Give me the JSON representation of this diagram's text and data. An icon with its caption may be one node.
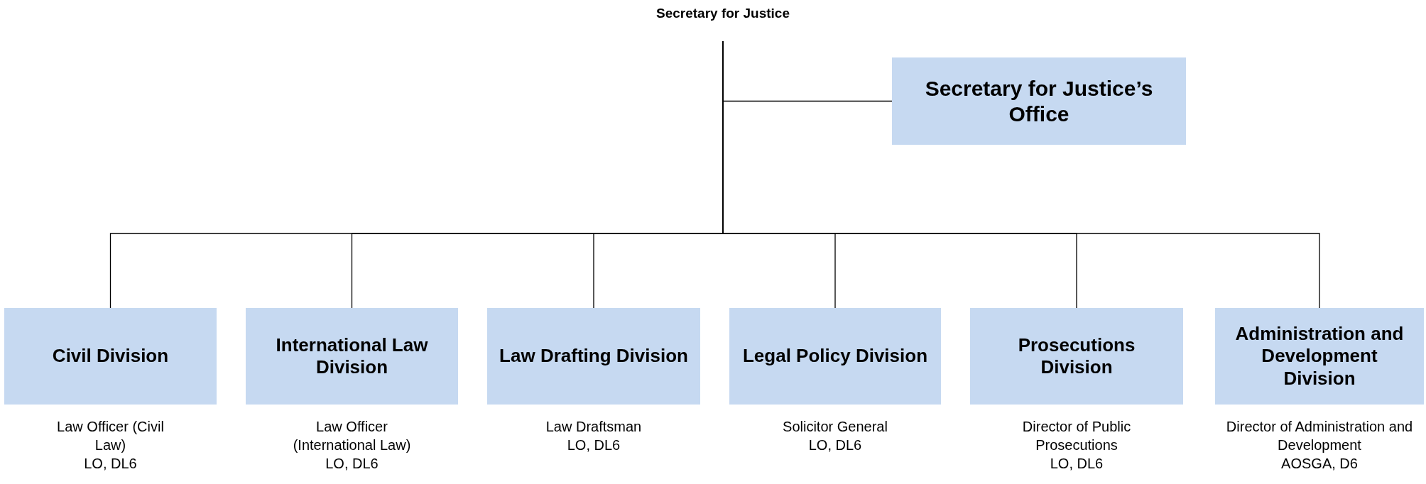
{
  "diagram": {
    "nodes": [
      {
        "text": [
          "Secretary for Justice"
        ]
      },
      {
        "text": [
          "Secretary for Justice’s Office"
        ]
      },
      {
        "text": [
          "Civil Division"
        ],
        "beside": [
          "Law Officer (Civil Law)",
          "LO, DL6"
        ]
      },
      {
        "text": [
          "International Law Division"
        ],
        "beside": [
          "Law Officer (International Law)",
          "LO, DL6"
        ]
      },
      {
        "text": [
          "Law Drafting Division"
        ],
        "beside": [
          "Law Draftsman",
          "LO, DL6"
        ]
      },
      {
        "text": [
          "Legal Policy Division"
        ],
        "beside": [
          "Solicitor General",
          "LO, DL6"
        ]
      },
      {
        "text": [
          "Prosecutions Division"
        ],
        "beside": [
          "Director of Public Prosecutions",
          "LO, DL6"
        ]
      },
      {
        "text": [
          "Administration and Development Division"
        ],
        "beside": [
          "Director of Administration and Development",
          "AOSGA, D6"
        ]
      }
    ],
    "edges": [
      {
        "from": 0,
        "to": 1,
        "arrow": "none"
      },
      {
        "from": 0,
        "to": 2,
        "arrow": "none"
      },
      {
        "from": 0,
        "to": 3,
        "arrow": "none"
      },
      {
        "from": 0,
        "to": 4,
        "arrow": "none"
      },
      {
        "from": 0,
        "to": 5,
        "arrow": "none"
      },
      {
        "from": 0,
        "to": 6,
        "arrow": "none"
      },
      {
        "from": 0,
        "to": 7,
        "arrow": "none"
      }
    ]
  }
}
